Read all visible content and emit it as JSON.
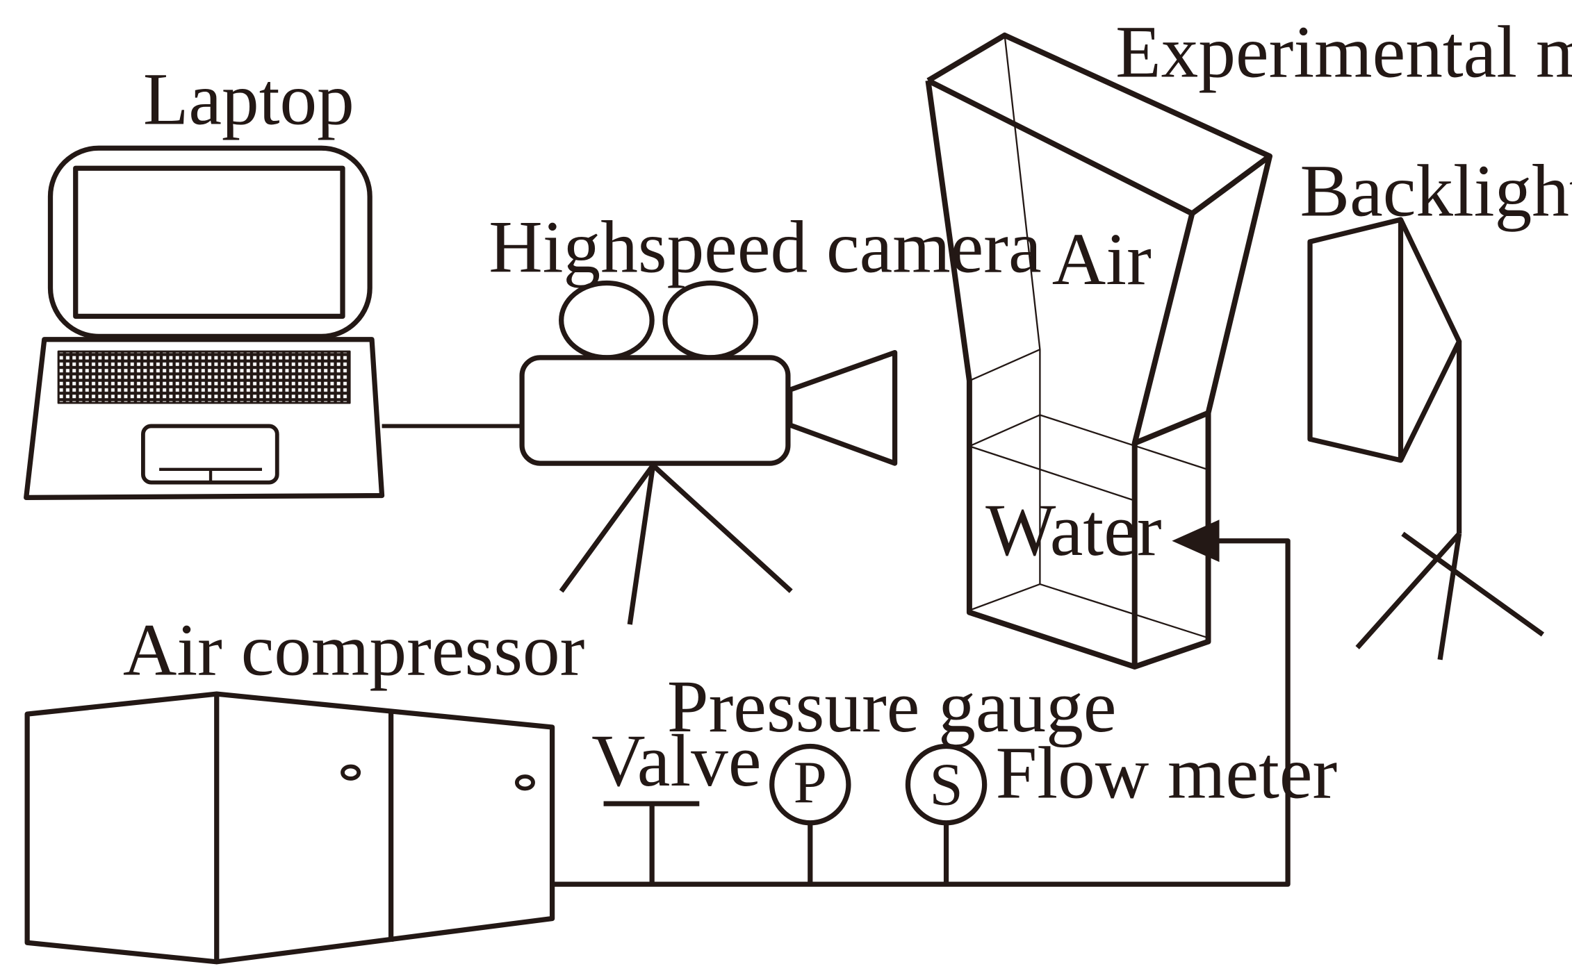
{
  "diagram": {
    "colors": {
      "ink": "#231815",
      "background": "#ffffff"
    },
    "labels": {
      "laptop": "Laptop",
      "camera": "Highspeed camera",
      "model": "Experimental model",
      "air": "Air",
      "water": "Water",
      "backlight": "Backlight",
      "compressor": "Air compressor",
      "pressure_gauge": "Pressure gauge",
      "valve": "Valve",
      "flow_meter": "Flow meter"
    },
    "symbols": {
      "pressure": "P",
      "flow": "S"
    }
  }
}
